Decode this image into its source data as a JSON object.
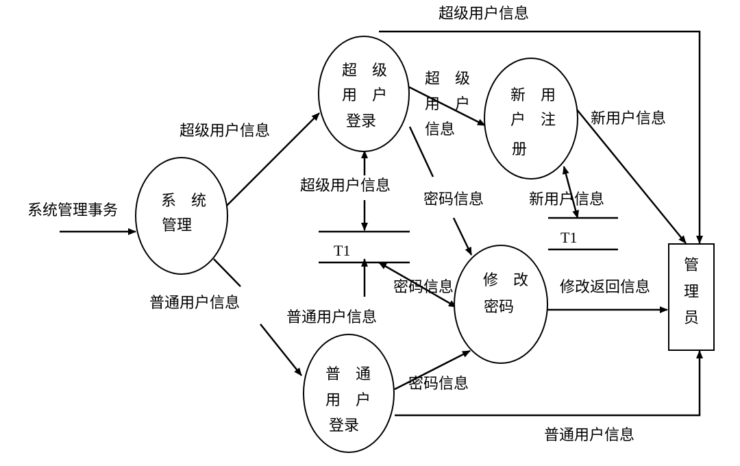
{
  "nodes": {
    "system_mgmt": {
      "lines": [
        "系　统",
        "管理"
      ]
    },
    "super_login": {
      "lines": [
        "超　级",
        "用　户",
        "登录"
      ]
    },
    "new_register": {
      "lines": [
        "新　用",
        "户　注",
        "册"
      ]
    },
    "change_pwd": {
      "lines": [
        "修　改",
        "密码"
      ]
    },
    "normal_login": {
      "lines": [
        "普　通",
        "用　户",
        "登录"
      ]
    },
    "admin": {
      "lines": [
        "管",
        "理",
        "员"
      ]
    }
  },
  "datastores": {
    "t1_left": {
      "label": "T1"
    },
    "t1_right": {
      "label": "T1"
    }
  },
  "labels": {
    "sys_affairs": "系统管理事务",
    "super_info_top": "超级用户信息",
    "super_info_left": "超级用户信息",
    "super_info_mid": "超级用户信息",
    "super_info_vert": [
      "超　级",
      "用　户",
      "信息"
    ],
    "new_user_info_right": "新用户信息",
    "pwd_info_1": "密码信息",
    "new_user_info_store": "新用户信息",
    "pwd_info_2": "密码信息",
    "modify_return": "修改返回信息",
    "normal_info_left": "普通用户信息",
    "normal_info_mid": "普通用户信息",
    "pwd_info_3": "密码信息",
    "normal_info_bottom": "普通用户信息"
  }
}
